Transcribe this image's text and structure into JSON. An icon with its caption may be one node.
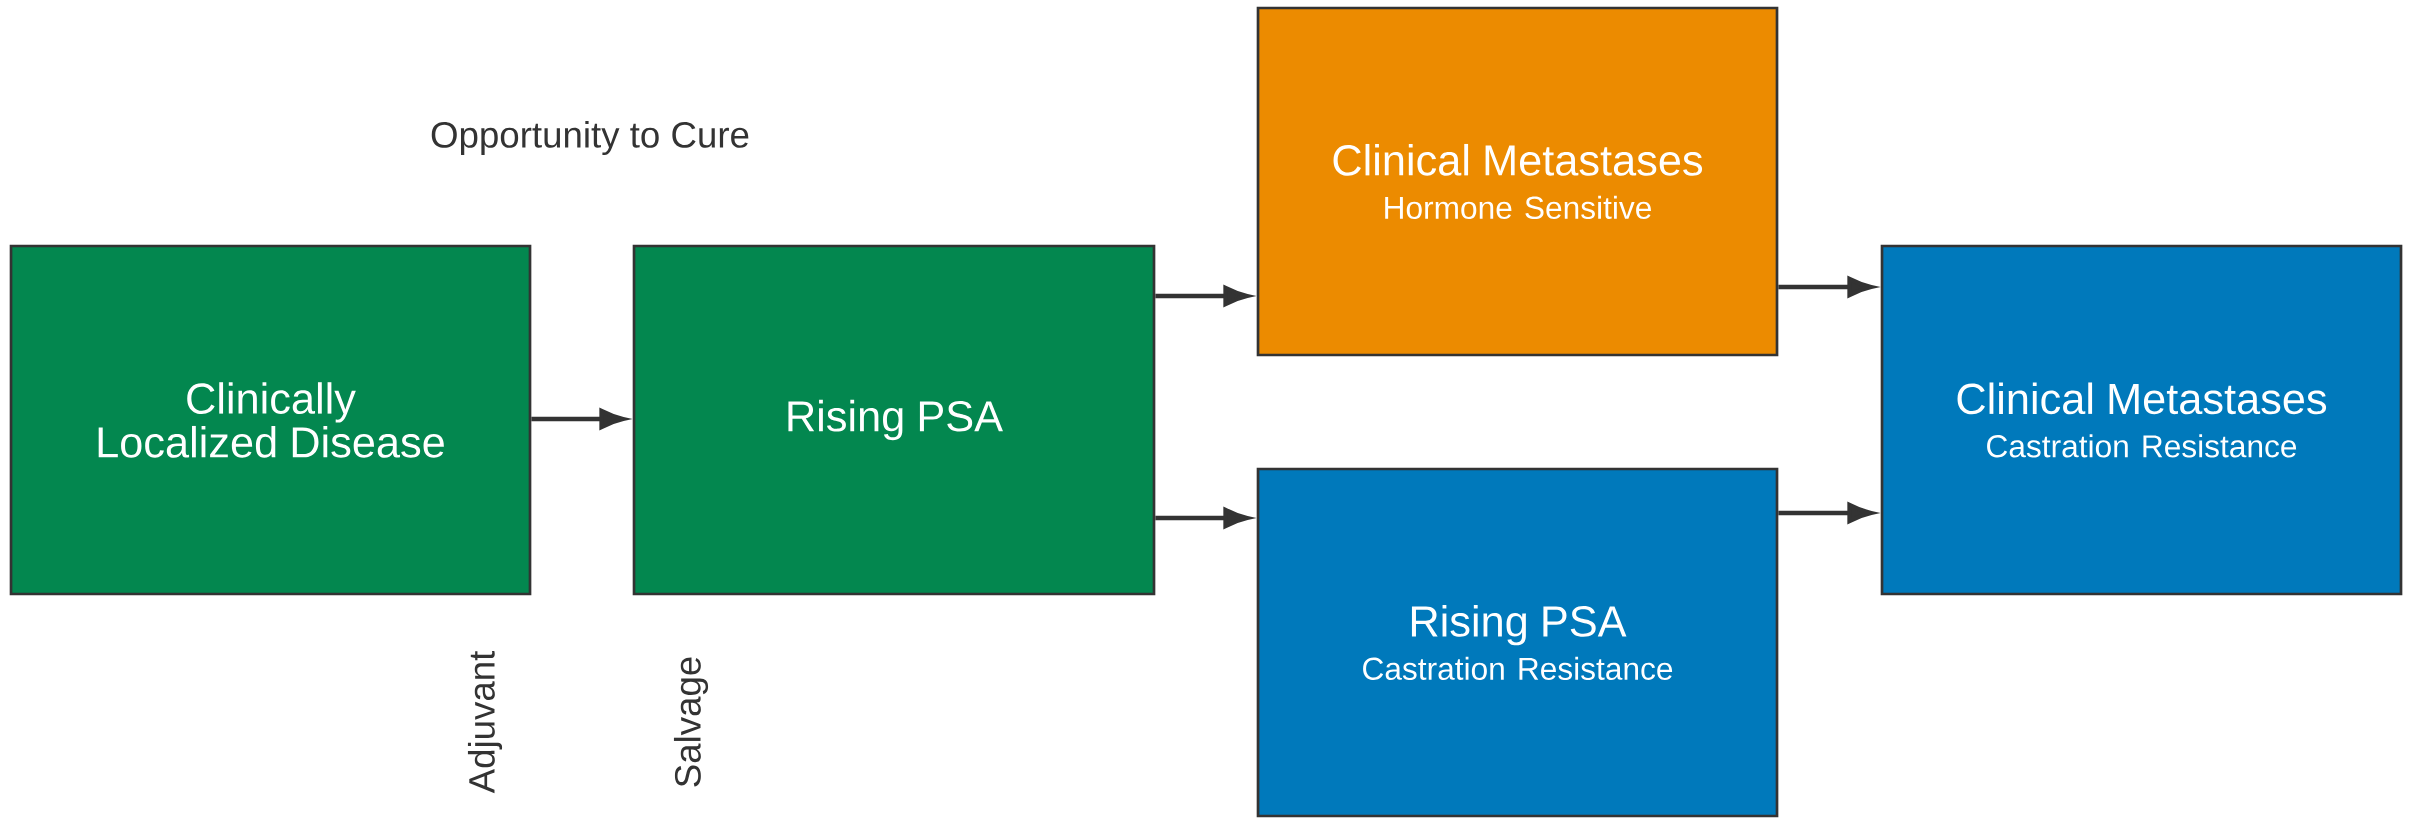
{
  "diagram": {
    "nodes": [
      {
        "text": [
          "Clinically Localized Disease"
        ]
      },
      {
        "text": [
          "Rising PSA"
        ]
      },
      {
        "text": [
          "Clinical Metastases",
          "Hormone Sensitive"
        ]
      },
      {
        "text": [
          "Rising PSA",
          "Castration Resistance"
        ]
      },
      {
        "text": [
          "Clinical Metastases",
          "Castration Resistance"
        ]
      }
    ],
    "edges": [
      {
        "from": 0,
        "to": 1,
        "arrow": "to"
      },
      {
        "from": 1,
        "to": 2,
        "arrow": "to"
      },
      {
        "from": 1,
        "to": 3,
        "arrow": "to"
      },
      {
        "from": 2,
        "to": 4,
        "arrow": "to"
      },
      {
        "from": 3,
        "to": 4,
        "arrow": "to"
      }
    ],
    "labels": [
      "Opportunity to Cure",
      "Adjuvant",
      "Salvage"
    ]
  }
}
